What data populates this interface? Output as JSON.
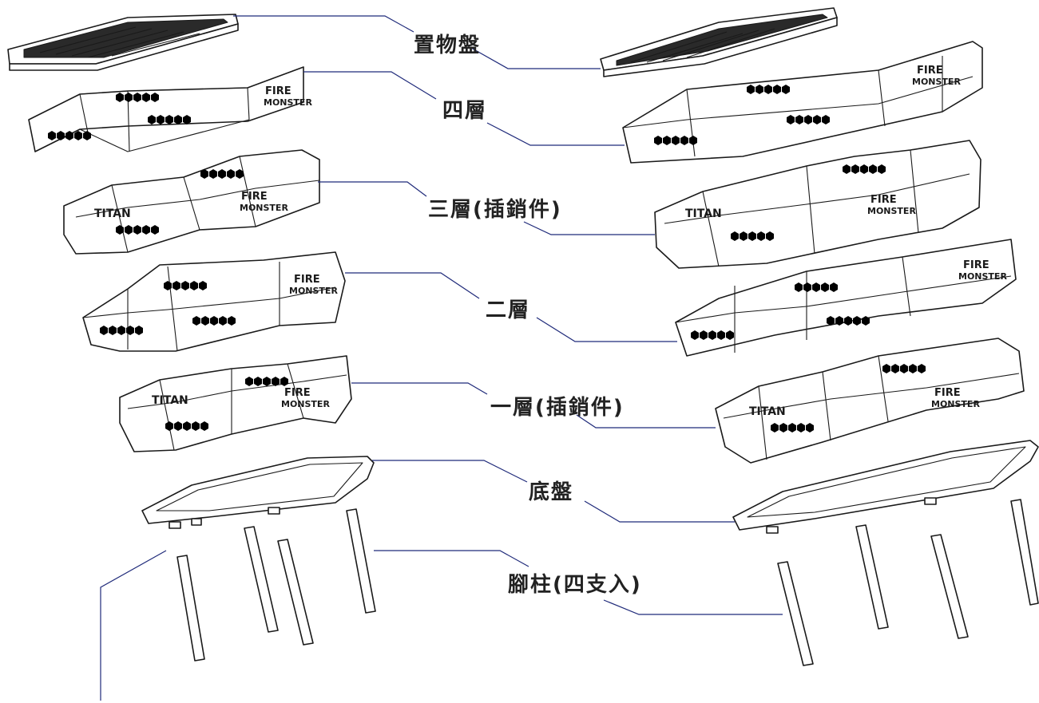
{
  "diagram": {
    "labels": {
      "tray": "置物盤",
      "layer4": "四層",
      "layer3": "三層(插銷件)",
      "layer2": "二層",
      "layer1": "一層(插銷件)",
      "base": "底盤",
      "legs": "腳柱(四支入)"
    },
    "colors": {
      "leader": "#1f2a7a",
      "stroke": "#1a1a1a",
      "text": "#222222"
    },
    "brand_marks": [
      "FIRE MONSTER",
      "TITAN"
    ]
  }
}
